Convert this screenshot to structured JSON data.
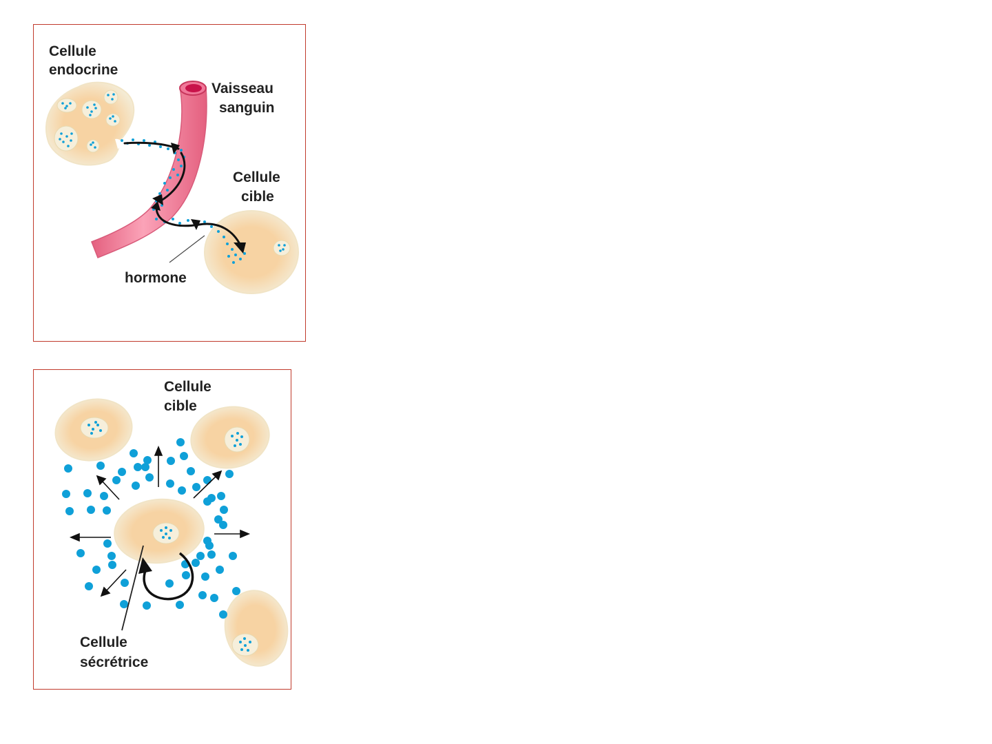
{
  "colors": {
    "cell_fill": "#f7d3a3",
    "cell_edge": "#f4ecd6",
    "hormone": "#0fa0d8",
    "vessel": "#f07899",
    "vessel_inner": "#d2134a",
    "arrow": "#111111",
    "frame": "#c0392b"
  },
  "endocrine": {
    "label_cell_line1": "Cellule",
    "label_cell_line2": "endocrine",
    "label_vessel_line1": "Vaisseau",
    "label_vessel_line2": "sanguin",
    "label_target_line1": "Cellule",
    "label_target_line2": "cible",
    "label_hormone": "hormone"
  },
  "paracrine": {
    "label_target_line1": "Cellule",
    "label_target_line2": "cible",
    "label_secretory_line1": "Cellule",
    "label_secretory_line2": "sécrétrice"
  }
}
